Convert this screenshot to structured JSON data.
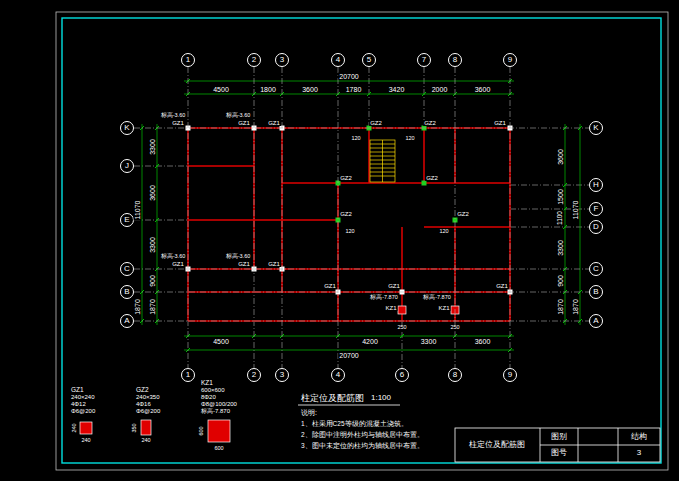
{
  "diagram": {
    "title": "柱定位及配筋图",
    "nodes": [
      {
        "text": [
          "1"
        ]
      },
      {
        "text": [
          "2"
        ]
      },
      {
        "text": [
          "3"
        ]
      },
      {
        "text": [
          "4"
        ]
      },
      {
        "text": [
          "5"
        ]
      },
      {
        "text": [
          "7"
        ]
      },
      {
        "text": [
          "8"
        ]
      },
      {
        "text": [
          "9"
        ]
      },
      {
        "text": [
          "K"
        ]
      },
      {
        "text": [
          "J"
        ]
      },
      {
        "text": [
          "E"
        ]
      },
      {
        "text": [
          "C"
        ]
      },
      {
        "text": [
          "B"
        ]
      },
      {
        "text": [
          "A"
        ]
      },
      {
        "text": [
          "K"
        ]
      },
      {
        "text": [
          "H"
        ]
      },
      {
        "text": [
          "F"
        ]
      },
      {
        "text": [
          "D"
        ]
      },
      {
        "text": [
          "C"
        ]
      },
      {
        "text": [
          "B"
        ]
      },
      {
        "text": [
          "A"
        ]
      },
      {
        "text": [
          "1"
        ]
      },
      {
        "text": [
          "2"
        ]
      },
      {
        "text": [
          "3"
        ]
      },
      {
        "text": [
          "4"
        ]
      },
      {
        "text": [
          "6"
        ]
      },
      {
        "text": [
          "8"
        ]
      },
      {
        "text": [
          "9"
        ]
      }
    ],
    "edges": [
      {
        "from": 0,
        "to": 21,
        "arrow": "none"
      },
      {
        "from": 1,
        "to": 22,
        "arrow": "none"
      },
      {
        "from": 2,
        "to": 23,
        "arrow": "none"
      },
      {
        "from": 3,
        "to": 24,
        "arrow": "none"
      },
      {
        "from": 6,
        "to": 26,
        "arrow": "none"
      },
      {
        "from": 7,
        "to": 27,
        "arrow": "none"
      },
      {
        "from": 8,
        "to": 14,
        "arrow": "none"
      },
      {
        "from": 11,
        "to": 18,
        "arrow": "none"
      },
      {
        "from": 12,
        "to": 19,
        "arrow": "none"
      },
      {
        "from": 13,
        "to": 20,
        "arrow": "none"
      }
    ],
    "labels": [
      "20700",
      "4500",
      "1800",
      "3600",
      "1780",
      "3420",
      "2000",
      "3600",
      "4500",
      "4200",
      "3300",
      "3600",
      "20700",
      "3300",
      "3600",
      "3300",
      "900",
      "1870",
      "11070",
      "1870",
      "3600",
      "1500",
      "1100",
      "3300",
      "900",
      "1870",
      "11070",
      "1870",
      "标高-3.60",
      "GZ1",
      "标高-3.60",
      "GZ1",
      "GZ1",
      "GZ2",
      "GZ2",
      "GZ1",
      "GZ2",
      "GZ2",
      "GZ2",
      "GZ2",
      "标高-3.60",
      "GZ1",
      "标高-3.60",
      "GZ1",
      "GZ1",
      "GZ1",
      "GZ1",
      "GZ1",
      "标高-7.870",
      "KZ1",
      "标高-7.870",
      "KZ1",
      "250",
      "250",
      "120",
      "120",
      "120",
      "120",
      "GZ1",
      "240×240",
      "4Φ12",
      "Φ6@200",
      "240",
      "240",
      "GZ2",
      "240×350",
      "4Φ16",
      "Φ6@200",
      "240",
      "350",
      "KZ1",
      "600×600",
      "8Φ20",
      "Φ8@100/200",
      "标高-7.870",
      "600",
      "600",
      "1:100",
      "说明:",
      "1、柱采用C25等级的混凝土浇筑。",
      "2、除图中注明外柱均与轴线居中布置。",
      "3、图中未定位的柱均为轴线居中布置。",
      "柱定位及配筋图",
      "图别",
      "结构",
      "图号",
      "3"
    ]
  }
}
